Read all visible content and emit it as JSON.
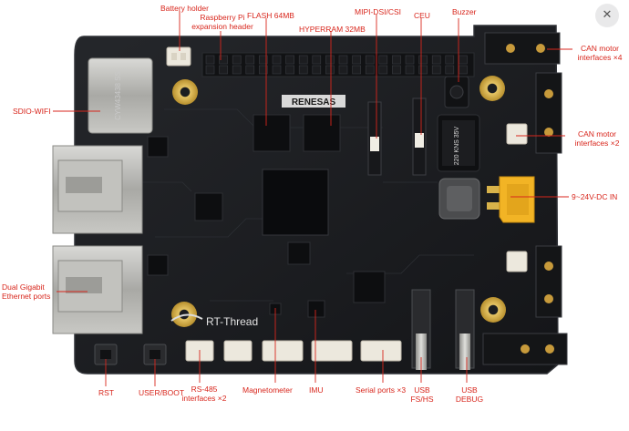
{
  "viewer": {
    "close_icon": "close-icon",
    "close_glyph": "✕"
  },
  "board": {
    "brand_logo_text": "RENESAS",
    "silkscreen_logo_text": "RT-Thread",
    "wifi_module_text": "CYW43438 SS",
    "inductor_text": "220 KNS 35V",
    "colors": {
      "pcb": "#1b1d20",
      "pcb_edge": "#2a2c30",
      "gold": "#d8b24a",
      "connector_white": "#e8e4da",
      "xt30_yellow": "#f2b425",
      "label_red": "#d8261c"
    }
  },
  "labels": {
    "battery_holder": "Battery holder",
    "rpi_header": "Raspberry Pi\nexpansion header",
    "flash": "FLASH 64MB",
    "hyperram": "HYPERRAM 32MB",
    "mipi": "MIPI-DSI/CSI",
    "ceu": "CEU",
    "buzzer": "Buzzer",
    "can_x4": "CAN motor\ninterfaces ×4",
    "can_x2": "CAN motor\ninterfaces ×2",
    "dc_in": "9~24V-DC IN",
    "sdio_wifi": "SDIO-WIFI",
    "ethernet": "Dual Gigabit\nEthernet ports",
    "rst": "RST",
    "user_boot": "USER/BOOT",
    "rs485": "RS-485\ninterfaces ×2",
    "magnetometer": "Magnetometer",
    "imu": "IMU",
    "serial": "Serial ports ×3",
    "usb_fs": "USB\nFS/HS",
    "usb_debug": "USB\nDEBUG"
  }
}
